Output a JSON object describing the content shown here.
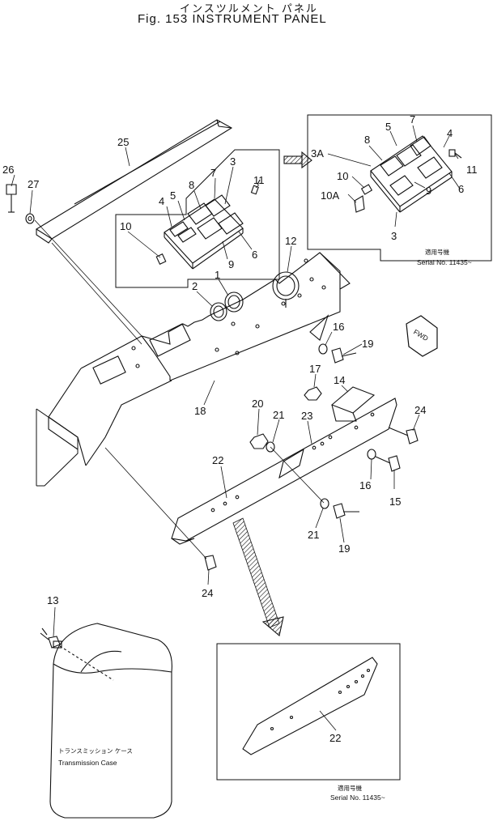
{
  "title": {
    "jp": "インスツルメント パネル",
    "en": "Fig. 153 INSTRUMENT PANEL"
  },
  "callouts": [
    {
      "id": "c26",
      "text": "26"
    },
    {
      "id": "c27",
      "text": "27"
    },
    {
      "id": "c25",
      "text": "25"
    },
    {
      "id": "c10a",
      "text": "10"
    },
    {
      "id": "c4a",
      "text": "4"
    },
    {
      "id": "c5a",
      "text": "5"
    },
    {
      "id": "c8a",
      "text": "8"
    },
    {
      "id": "c7a",
      "text": "7"
    },
    {
      "id": "c3a",
      "text": "3"
    },
    {
      "id": "c11a",
      "text": "11"
    },
    {
      "id": "c9a",
      "text": "9"
    },
    {
      "id": "c6a",
      "text": "6"
    },
    {
      "id": "c2",
      "text": "2"
    },
    {
      "id": "c1",
      "text": "1"
    },
    {
      "id": "c12",
      "text": "12"
    },
    {
      "id": "c16a",
      "text": "16"
    },
    {
      "id": "c19a",
      "text": "19"
    },
    {
      "id": "c17",
      "text": "17"
    },
    {
      "id": "c14",
      "text": "14"
    },
    {
      "id": "c18",
      "text": "18"
    },
    {
      "id": "c20",
      "text": "20"
    },
    {
      "id": "c21a",
      "text": "21"
    },
    {
      "id": "c23",
      "text": "23"
    },
    {
      "id": "c24a",
      "text": "24"
    },
    {
      "id": "c22a",
      "text": "22"
    },
    {
      "id": "c16b",
      "text": "16"
    },
    {
      "id": "c15",
      "text": "15"
    },
    {
      "id": "c21b",
      "text": "21"
    },
    {
      "id": "c19b",
      "text": "19"
    },
    {
      "id": "c24b",
      "text": "24"
    },
    {
      "id": "c13",
      "text": "13"
    },
    {
      "id": "c22b",
      "text": "22"
    },
    {
      "id": "c7b",
      "text": "7"
    },
    {
      "id": "c5b",
      "text": "5"
    },
    {
      "id": "c4b",
      "text": "4"
    },
    {
      "id": "c8b",
      "text": "8"
    },
    {
      "id": "c3Ab",
      "text": "3A"
    },
    {
      "id": "c11b",
      "text": "11"
    },
    {
      "id": "c10b",
      "text": "10"
    },
    {
      "id": "c6b",
      "text": "6"
    },
    {
      "id": "c10Ab",
      "text": "10A"
    },
    {
      "id": "c9b",
      "text": "9"
    },
    {
      "id": "c3b",
      "text": "3"
    }
  ],
  "serial_boxes": [
    {
      "jp": "適用号機",
      "en": "Serial No. 11435~"
    },
    {
      "jp": "適用号機",
      "en": "Serial No. 11435~"
    }
  ],
  "fwd_label": "FWD",
  "trans_case": {
    "jp": "トランスミッション ケース",
    "en": "Transmission Case"
  }
}
